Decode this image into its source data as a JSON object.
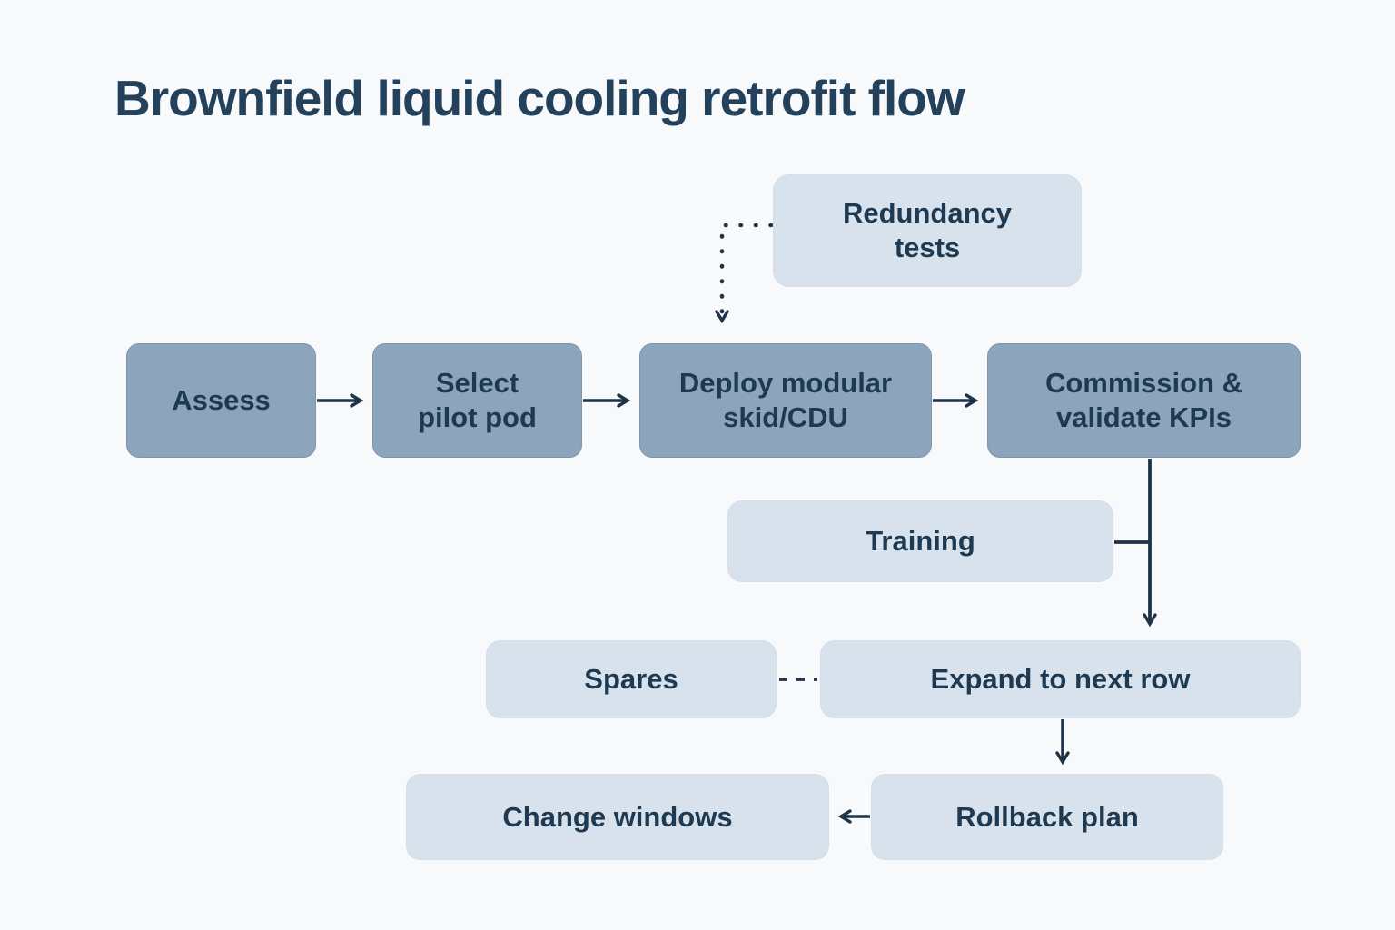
{
  "title": "Brownfield liquid cooling retrofit flow",
  "colors": {
    "background": "#f7f9fb",
    "box_dark": "#8ca4bc",
    "box_light": "#d8e2ec",
    "text": "#1e3a52",
    "title_text": "#24415c",
    "arrow": "#1f3348"
  },
  "nodes": {
    "redundancy_tests": {
      "label": "Redundancy tests",
      "style": "light"
    },
    "assess": {
      "label": "Assess",
      "style": "dark"
    },
    "select_pilot_pod": {
      "label": "Select pilot pod",
      "style": "dark"
    },
    "deploy_modular_skid_cdu": {
      "label": "Deploy modular skid/CDU",
      "style": "dark"
    },
    "commission_validate_kpis": {
      "label": "Commission & validate KPIs",
      "style": "dark"
    },
    "training": {
      "label": "Training",
      "style": "light"
    },
    "spares": {
      "label": "Spares",
      "style": "light"
    },
    "expand_to_next_row": {
      "label": "Expand to next row",
      "style": "light"
    },
    "change_windows": {
      "label": "Change windows",
      "style": "light"
    },
    "rollback_plan": {
      "label": "Rollback plan",
      "style": "light"
    }
  },
  "edges": [
    {
      "from": "assess",
      "to": "select_pilot_pod",
      "style": "solid-arrow"
    },
    {
      "from": "select_pilot_pod",
      "to": "deploy_modular_skid_cdu",
      "style": "solid-arrow"
    },
    {
      "from": "deploy_modular_skid_cdu",
      "to": "commission_validate_kpis",
      "style": "solid-arrow"
    },
    {
      "from": "redundancy_tests",
      "to": "deploy_modular_skid_cdu",
      "style": "dotted-arrow"
    },
    {
      "from": "commission_validate_kpis",
      "to": "expand_to_next_row",
      "style": "solid-arrow"
    },
    {
      "from": "training",
      "to": "commission_validate_kpis_connector",
      "style": "solid-line"
    },
    {
      "from": "spares",
      "to": "expand_to_next_row",
      "style": "dashed-line"
    },
    {
      "from": "expand_to_next_row",
      "to": "rollback_plan",
      "style": "solid-arrow"
    },
    {
      "from": "rollback_plan",
      "to": "change_windows",
      "style": "solid-arrow"
    }
  ]
}
